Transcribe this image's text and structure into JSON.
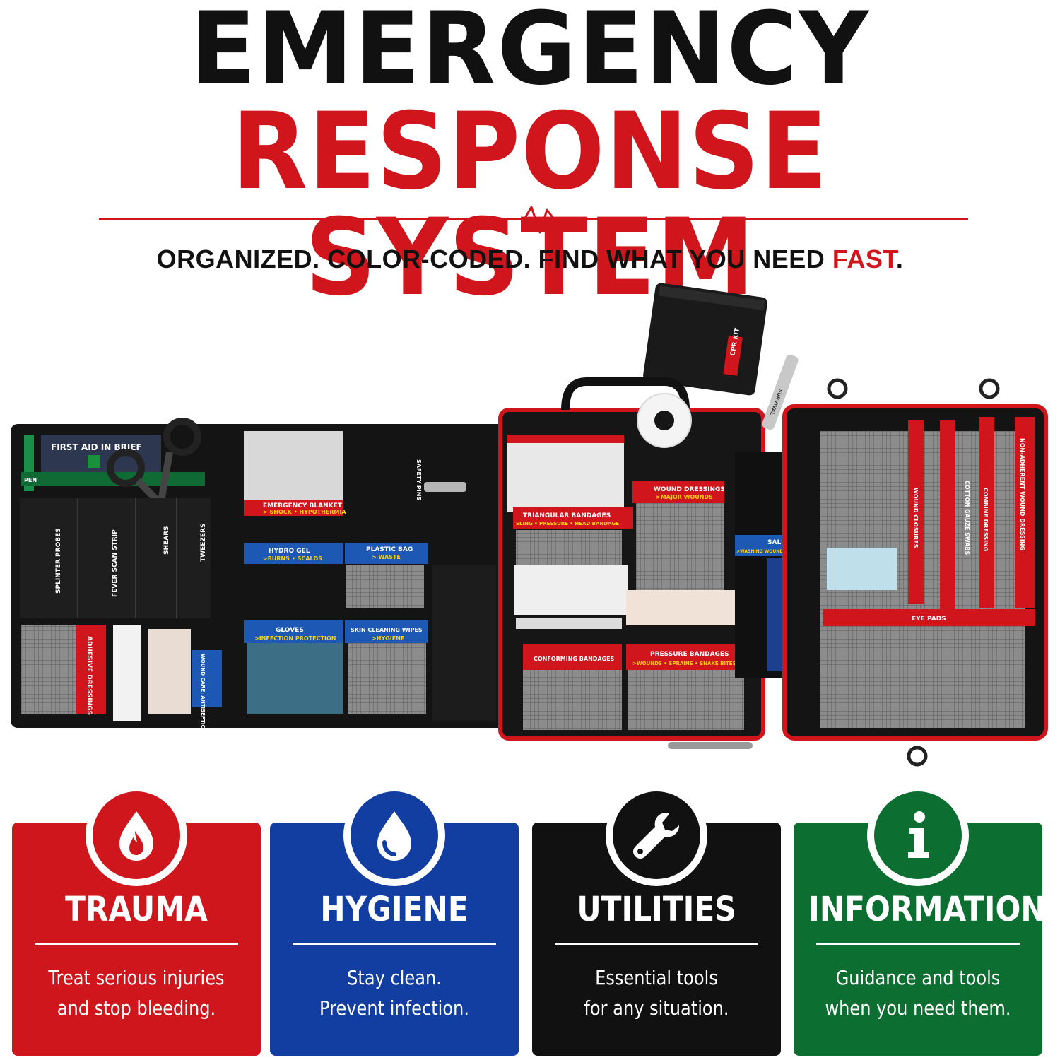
{
  "header": {
    "title_line1": "EMERGENCY",
    "title_line2": "RESPONSE SYSTEM",
    "tagline_main": "ORGANIZED. COLOR-CODED. FIND WHAT YOU NEED ",
    "tagline_accent": "FAST",
    "tagline_end": "."
  },
  "kit_labels": {
    "booklet": "FIRST AID IN BRIEF",
    "pen": "PEN",
    "splinter": "SPLINTER PROBES",
    "fever": "FEVER SCAN STRIP",
    "shears": "SHEARS",
    "tweezers": "TWEEZERS",
    "adhesive": "ADHESIVE DRESSINGS",
    "wound_care": "WOUND CARE: ANTISEPTIC",
    "blanket": "EMERGENCY BLANKET",
    "blanket_sub": "> SHOCK • HYPOTHERMIA",
    "hydrogel": "HYDRO GEL",
    "hydrogel_sub": ">BURNS • SCALDS",
    "plastic_bag": "PLASTIC BAG",
    "plastic_bag_sub": "> WASTE",
    "gloves": "GLOVES",
    "gloves_sub": ">INFECTION PROTECTION",
    "wipes": "SKIN CLEANING WIPES",
    "wipes_sub": ">HYGIENE",
    "safety_pins": "SAFETY PINS",
    "triangular": "TRIANGULAR BANDAGES",
    "triangular_sub": "SLING • PRESSURE • HEAD BANDAGE",
    "wound_dressings": "WOUND DRESSINGS",
    "wound_dressings_sub": ">MAJOR WOUNDS",
    "conforming": "CONFORMING BANDAGES",
    "pressure": "PRESSURE BANDAGES",
    "pressure_sub": ">WOUNDS • SPRAINS • SNAKE BITES",
    "saline": "SALINE",
    "saline_sub": ">WASHING WOUNDS • IRRIGATING EYE",
    "cpr": "CPR KIT",
    "survival": "SURVIVAL",
    "wound_closures": "WOUND CLOSURES",
    "gauze": "COTTON GAUZE SWABS",
    "combine": "COMBINE DRESSING",
    "non_adherent": "NON-ADHERENT WOUND DRESSING",
    "eye_pads": "EYE PADS"
  },
  "cards": [
    {
      "heading": "TRAUMA",
      "line1": "Treat serious injuries",
      "line2": "and stop bleeding.",
      "icon": "flame-drop-icon",
      "color": "#cf161d"
    },
    {
      "heading": "HYGIENE",
      "line1": "Stay clean.",
      "line2": "Prevent infection.",
      "icon": "water-drop-icon",
      "color": "#123ea1"
    },
    {
      "heading": "UTILITIES",
      "line1": "Essential tools",
      "line2": "for any situation.",
      "icon": "wrench-icon",
      "color": "#111111"
    },
    {
      "heading": "INFORMATION",
      "line1": "Guidance and tools",
      "line2": "when you need them.",
      "icon": "info-icon",
      "color": "#0d6e31"
    }
  ],
  "colors": {
    "red": "#d0161c",
    "blue": "#123ea1",
    "black": "#111111",
    "green": "#0d6e31"
  }
}
